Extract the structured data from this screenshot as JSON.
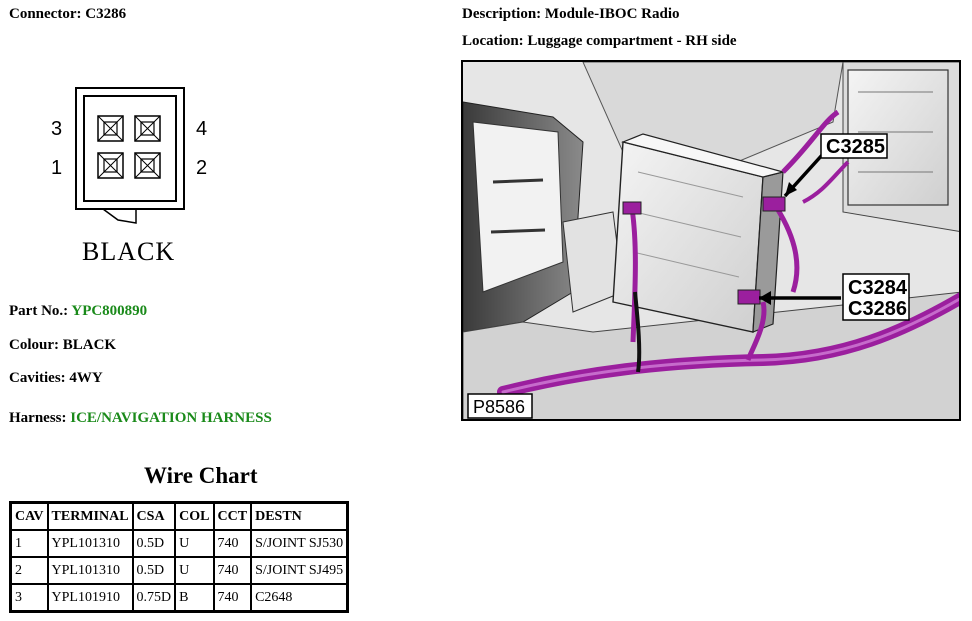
{
  "header": {
    "connector_label": "Connector:",
    "connector_value": "C3286",
    "description_label": "Description:",
    "description_value": "Module-IBOC Radio",
    "location_label": "Location:",
    "location_value": "Luggage compartment - RH side"
  },
  "connector_diagram": {
    "pins": [
      "3",
      "4",
      "1",
      "2"
    ],
    "colour_caption": "BLACK"
  },
  "details": {
    "part_no_label": "Part No.:",
    "part_no_value": "YPC800890",
    "colour_label": "Colour:",
    "colour_value": "BLACK",
    "cavities_label": "Cavities:",
    "cavities_value": "4WY",
    "harness_label": "Harness:",
    "harness_value": "ICE/NAVIGATION HARNESS"
  },
  "wire_chart": {
    "title": "Wire Chart",
    "columns": [
      "CAV",
      "TERMINAL",
      "CSA",
      "COL",
      "CCT",
      "DESTN"
    ],
    "rows": [
      [
        "1",
        "YPL101310",
        "0.5D",
        "U",
        "740",
        "S/JOINT SJ530"
      ],
      [
        "2",
        "YPL101310",
        "0.5D",
        "U",
        "740",
        "S/JOINT SJ495"
      ],
      [
        "3",
        "YPL101910",
        "0.75D",
        "B",
        "740",
        "C2648"
      ]
    ]
  },
  "photo": {
    "callouts": [
      "C3285",
      "C3284",
      "C3286"
    ],
    "figure_id": "P8586"
  },
  "colors": {
    "highlight_green": "#1a8a1a",
    "harness_purple": "#9b1f9e"
  }
}
